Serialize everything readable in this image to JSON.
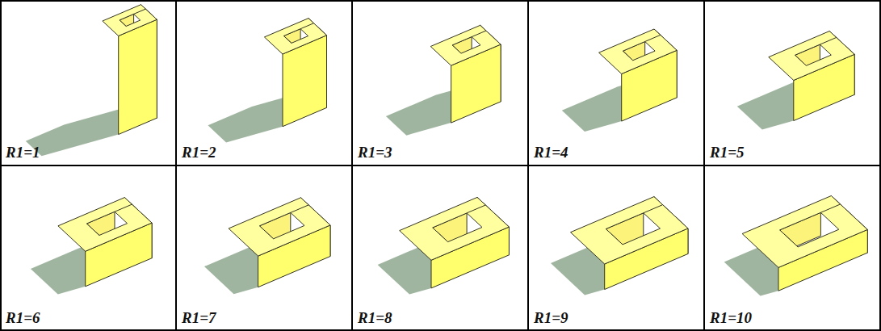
{
  "diagram": {
    "labels": [
      "R1=1",
      "R1=2",
      "R1=3",
      "R1=4",
      "R1=5",
      "R1=6",
      "R1=7",
      "R1=8",
      "R1=9",
      "R1=10"
    ]
  }
}
